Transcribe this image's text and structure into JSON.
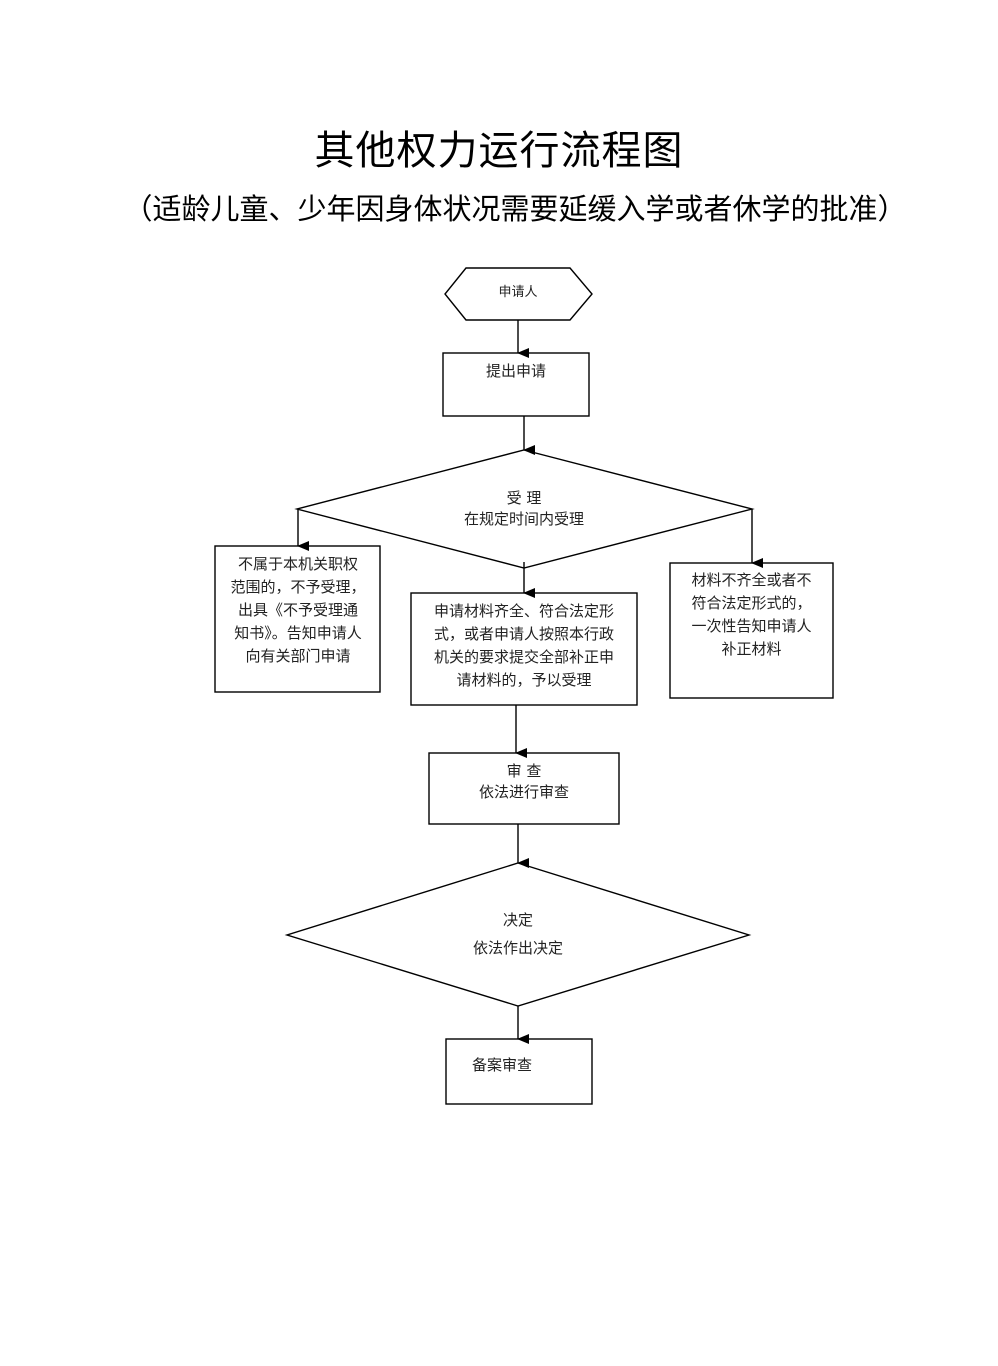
{
  "title": "其他权力运行流程图",
  "subtitle": "（适龄儿童、少年因身体状况需要延缓入学或者休学的批准）",
  "nodes": {
    "applicant": {
      "shape": "hexagon",
      "text": "申请人"
    },
    "submit": {
      "shape": "rectangle",
      "text": "提出申请"
    },
    "accept": {
      "shape": "diamond",
      "title": "受  理",
      "text": "在规定时间内受理"
    },
    "reject": {
      "shape": "rectangle",
      "lines": [
        "不属于本机关职权",
        "范围的，不予受理，",
        "出具《不予受理通",
        "知书》。告知申请人",
        "向有关部门申请"
      ]
    },
    "accepted": {
      "shape": "rectangle",
      "lines": [
        "申请材料齐全、符合法定形",
        "式，或者申请人按照本行政",
        "机关的要求提交全部补正申",
        "请材料的，予以受理"
      ]
    },
    "supplement": {
      "shape": "rectangle",
      "lines": [
        "材料不齐全或者不",
        "符合法定形式的，",
        "一次性告知申请人",
        "补正材料"
      ]
    },
    "review": {
      "shape": "rectangle",
      "title": "审  查",
      "text": "依法进行审查"
    },
    "decision": {
      "shape": "diamond",
      "title": "决定",
      "text": "依法作出决定"
    },
    "archive": {
      "shape": "rectangle",
      "text": "备案审查"
    }
  },
  "edges": [
    [
      "applicant",
      "submit"
    ],
    [
      "submit",
      "accept"
    ],
    [
      "accept",
      "reject"
    ],
    [
      "accept",
      "accepted"
    ],
    [
      "accept",
      "supplement"
    ],
    [
      "accepted",
      "review"
    ],
    [
      "review",
      "decision"
    ],
    [
      "decision",
      "archive"
    ]
  ]
}
